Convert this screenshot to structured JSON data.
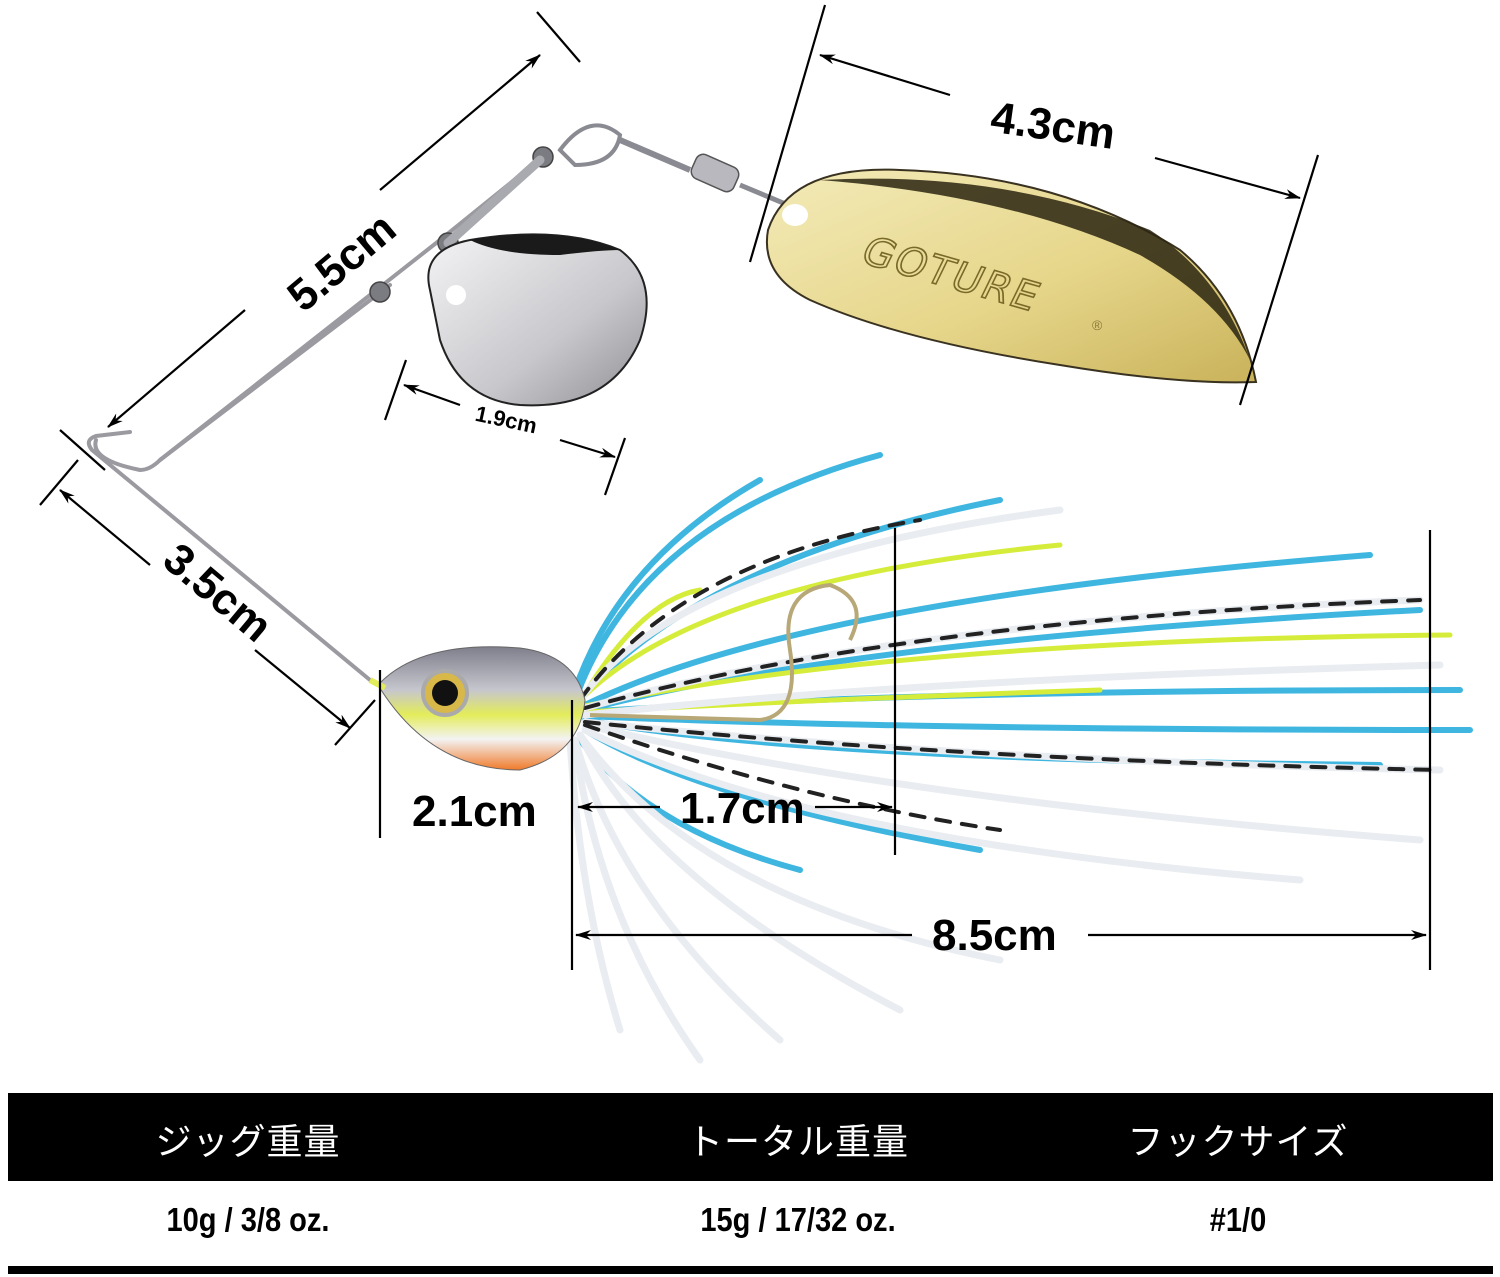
{
  "diagram": {
    "brand_on_blade": "GOTURE",
    "brand_mark": "®",
    "dimensions": {
      "upper_arm": "5.5cm",
      "willow_blade": "4.3cm",
      "colorado_blade": "1.9cm",
      "lower_arm": "3.5cm",
      "head_length": "2.1cm",
      "hook_gap": "1.7cm",
      "skirt_length": "8.5cm"
    },
    "colors": {
      "willow_blade": "#e8d98a",
      "colorado_blade": "#c9c9cc",
      "skirt_blue": "#3fb6e0",
      "skirt_chartreuse": "#d6ec3a",
      "skirt_white": "#eef0f3",
      "head_gray": "#9a9aa6",
      "head_yellow": "#e3ec5a",
      "head_orange": "#f07a2a"
    }
  },
  "spec_table": {
    "headers": [
      "ジッグ重量",
      "トータル重量",
      "フックサイズ"
    ],
    "values": [
      "10g / 3/8 oz.",
      "15g / 17/32 oz.",
      "#1/0"
    ]
  }
}
